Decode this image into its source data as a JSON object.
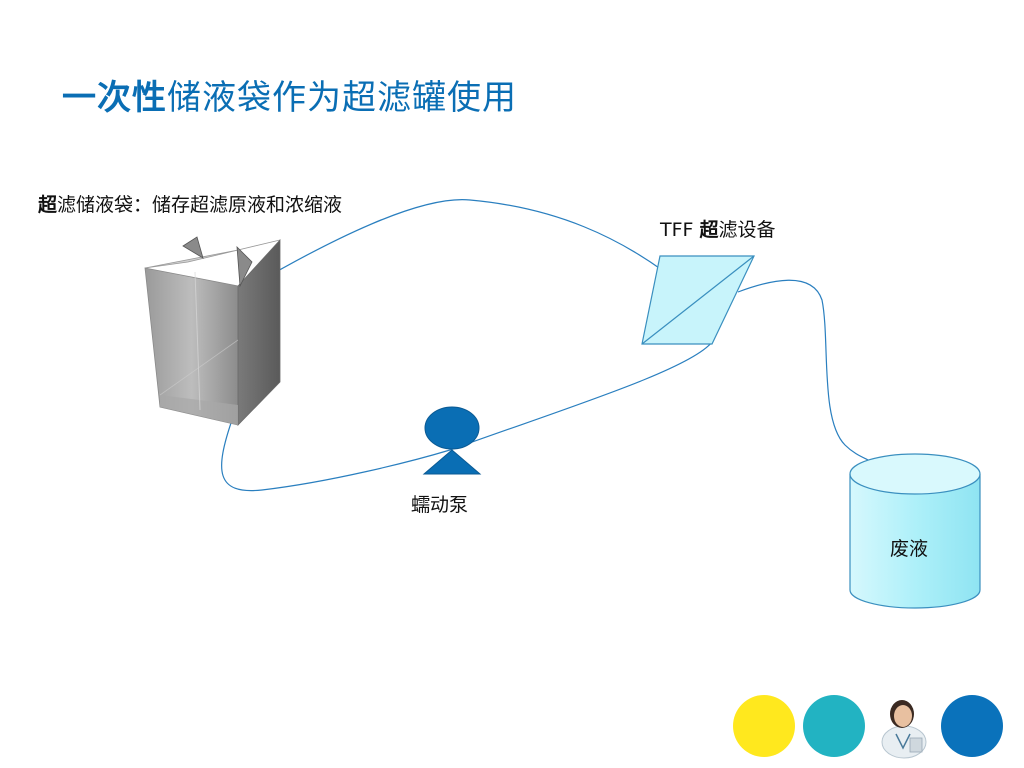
{
  "slide": {
    "title_bold": "一次性",
    "title_rest": "储液袋作为超滤罐使用"
  },
  "labels": {
    "bag_bold": "超",
    "bag_rest": "滤储液袋：储存超滤原液和浓缩液",
    "tff_prefix": "TFF ",
    "tff_bold": "超",
    "tff_rest": "滤设备",
    "pump": "蠕动泵",
    "waste": "废液"
  },
  "icons": [
    "storage-bag-icon",
    "tff-filter-icon",
    "peristaltic-pump-icon",
    "waste-tank-icon",
    "doctor-avatar-icon"
  ],
  "colors": {
    "title": "#0a6eb4",
    "line": "#2a7fbf",
    "filter_fill": "#c8f4fb",
    "pump": "#0a6eb4",
    "dot_yellow": "#ffe81e",
    "dot_teal": "#22b3c2",
    "dot_blue": "#0a72bb"
  }
}
